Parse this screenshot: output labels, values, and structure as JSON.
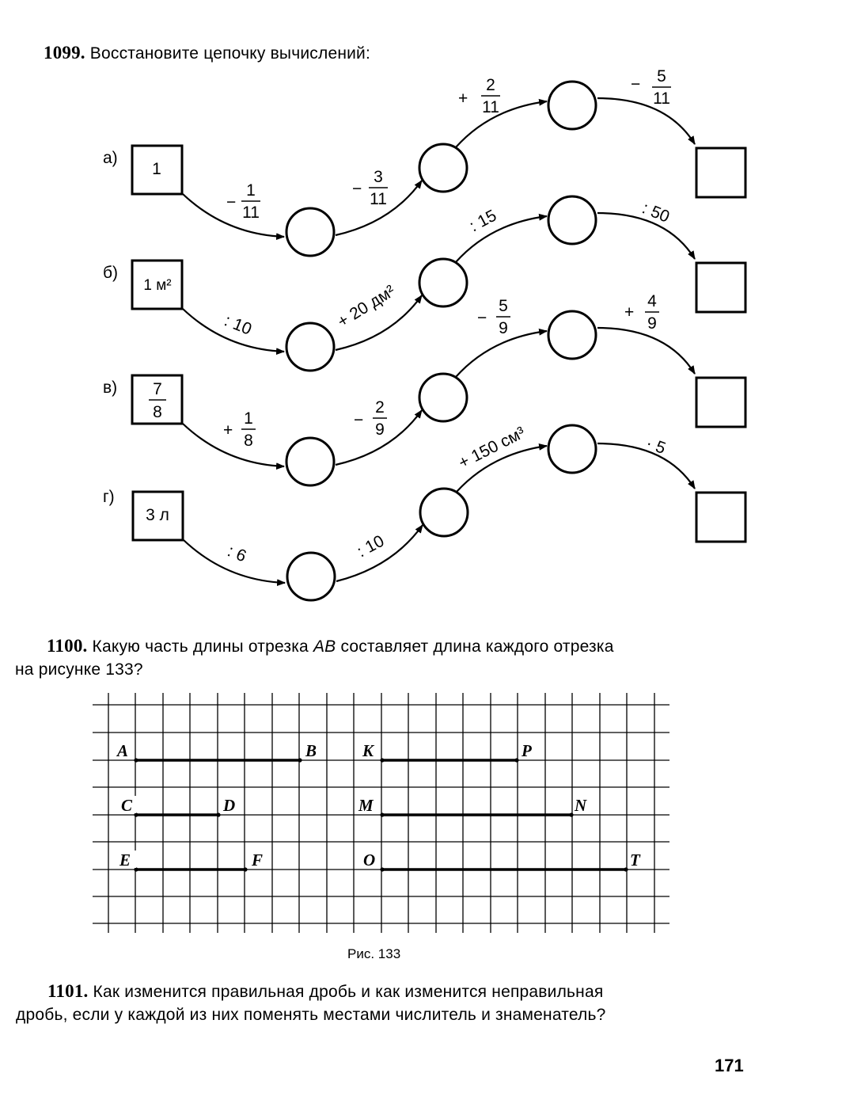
{
  "p1099": {
    "number": "1099.",
    "text": "Восстановите цепочку вычислений:",
    "chains": [
      {
        "label": "а)",
        "start": "1",
        "ops": [
          {
            "sign": "−",
            "num": "1",
            "den": "11"
          },
          {
            "sign": "−",
            "num": "3",
            "den": "11"
          },
          {
            "sign": "+",
            "num": "2",
            "den": "11"
          },
          {
            "sign": "−",
            "num": "5",
            "den": "11"
          }
        ]
      },
      {
        "label": "б)",
        "start": "1 м²",
        "ops": [
          {
            "text": ": 10"
          },
          {
            "text": "+ 20 дм²"
          },
          {
            "text": ": 15"
          },
          {
            "text": ": 50"
          }
        ]
      },
      {
        "label": "в)",
        "start_num": "7",
        "start_den": "8",
        "ops": [
          {
            "sign": "+",
            "num": "1",
            "den": "8"
          },
          {
            "sign": "−",
            "num": "2",
            "den": "9"
          },
          {
            "sign": "−",
            "num": "5",
            "den": "9"
          },
          {
            "sign": "+",
            "num": "4",
            "den": "9"
          }
        ]
      },
      {
        "label": "г)",
        "start": "3 л",
        "ops": [
          {
            "text": ": 6"
          },
          {
            "text": ": 10"
          },
          {
            "text": "+ 150 см³"
          },
          {
            "text": "· 5"
          }
        ]
      }
    ]
  },
  "p1100": {
    "number": "1100.",
    "text_before": "Какую часть длины отрезка",
    "ab": "AB",
    "text_after": "составляет длина каждого отрезка",
    "text_line2": "на рисунке 133?",
    "points": {
      "A": "A",
      "B": "B",
      "C": "C",
      "D": "D",
      "E": "E",
      "F": "F",
      "K": "K",
      "P": "P",
      "M": "M",
      "N": "N",
      "O": "O",
      "T": "T"
    },
    "caption": "Рис. 133"
  },
  "p1101": {
    "number": "1101.",
    "line1": "Как изменится правильная дробь и как изменится неправильная",
    "line2": "дробь, если у каждой из них поменять местами числитель и знаменатель?"
  },
  "page_number": "171"
}
